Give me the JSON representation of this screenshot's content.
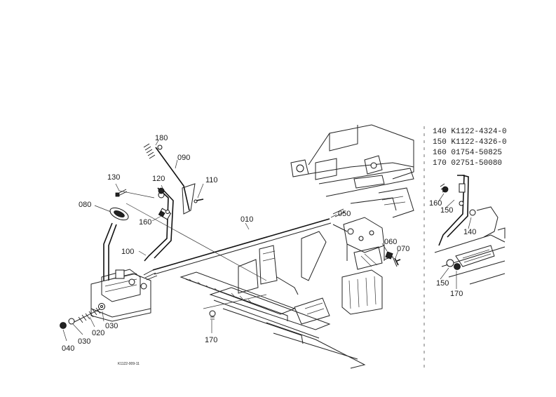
{
  "callouts": {
    "c180a": "180",
    "c090": "090",
    "c130": "130",
    "c120": "120",
    "c110": "110",
    "c080": "080",
    "c160a": "160",
    "c010": "010",
    "c050": "050",
    "c100": "100",
    "c060": "060",
    "c070": "070",
    "c030a": "030",
    "c020": "020",
    "c030b": "030",
    "c040": "040",
    "c170a": "170",
    "c160b": "160",
    "c150a": "150",
    "c140": "140",
    "c150b": "150",
    "c170b": "170"
  },
  "parts_list": [
    {
      "no": "140",
      "part": "K1122-4324-0"
    },
    {
      "no": "150",
      "part": "K1122-4326-0"
    },
    {
      "no": "160",
      "part": "01754-50825"
    },
    {
      "no": "170",
      "part": "02751-50080"
    }
  ],
  "drawing_code": "K1122-009-11"
}
